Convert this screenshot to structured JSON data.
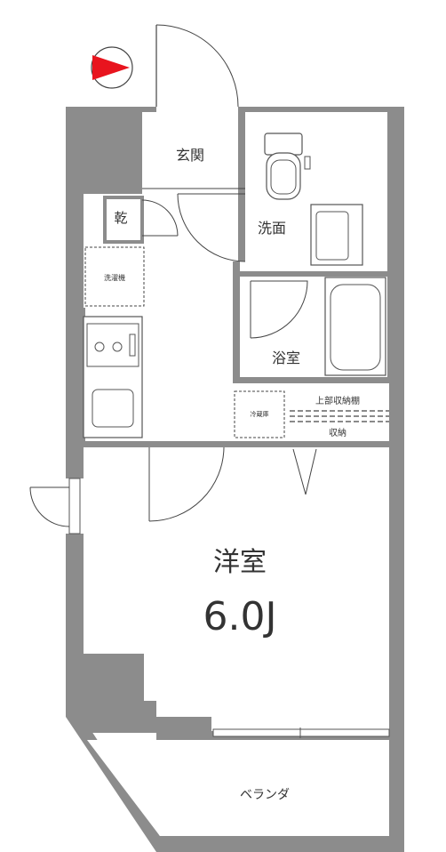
{
  "floorplan": {
    "rooms": {
      "entrance": "玄関",
      "dry": "乾",
      "washroom": "洗面",
      "bathroom": "浴室",
      "western_room": "洋室",
      "western_room_size": "6.0J",
      "balcony": "ベランダ",
      "upper_storage": "上部収納棚",
      "storage": "収納"
    },
    "fixtures": {
      "washing_machine_space": "洗濯機",
      "fridge_space": "冷蔵庫"
    },
    "colors": {
      "wall": "#8c8c8c",
      "line": "#444444",
      "north_arrow": "#e8141e"
    },
    "icons": [
      "north-arrow-icon"
    ]
  }
}
